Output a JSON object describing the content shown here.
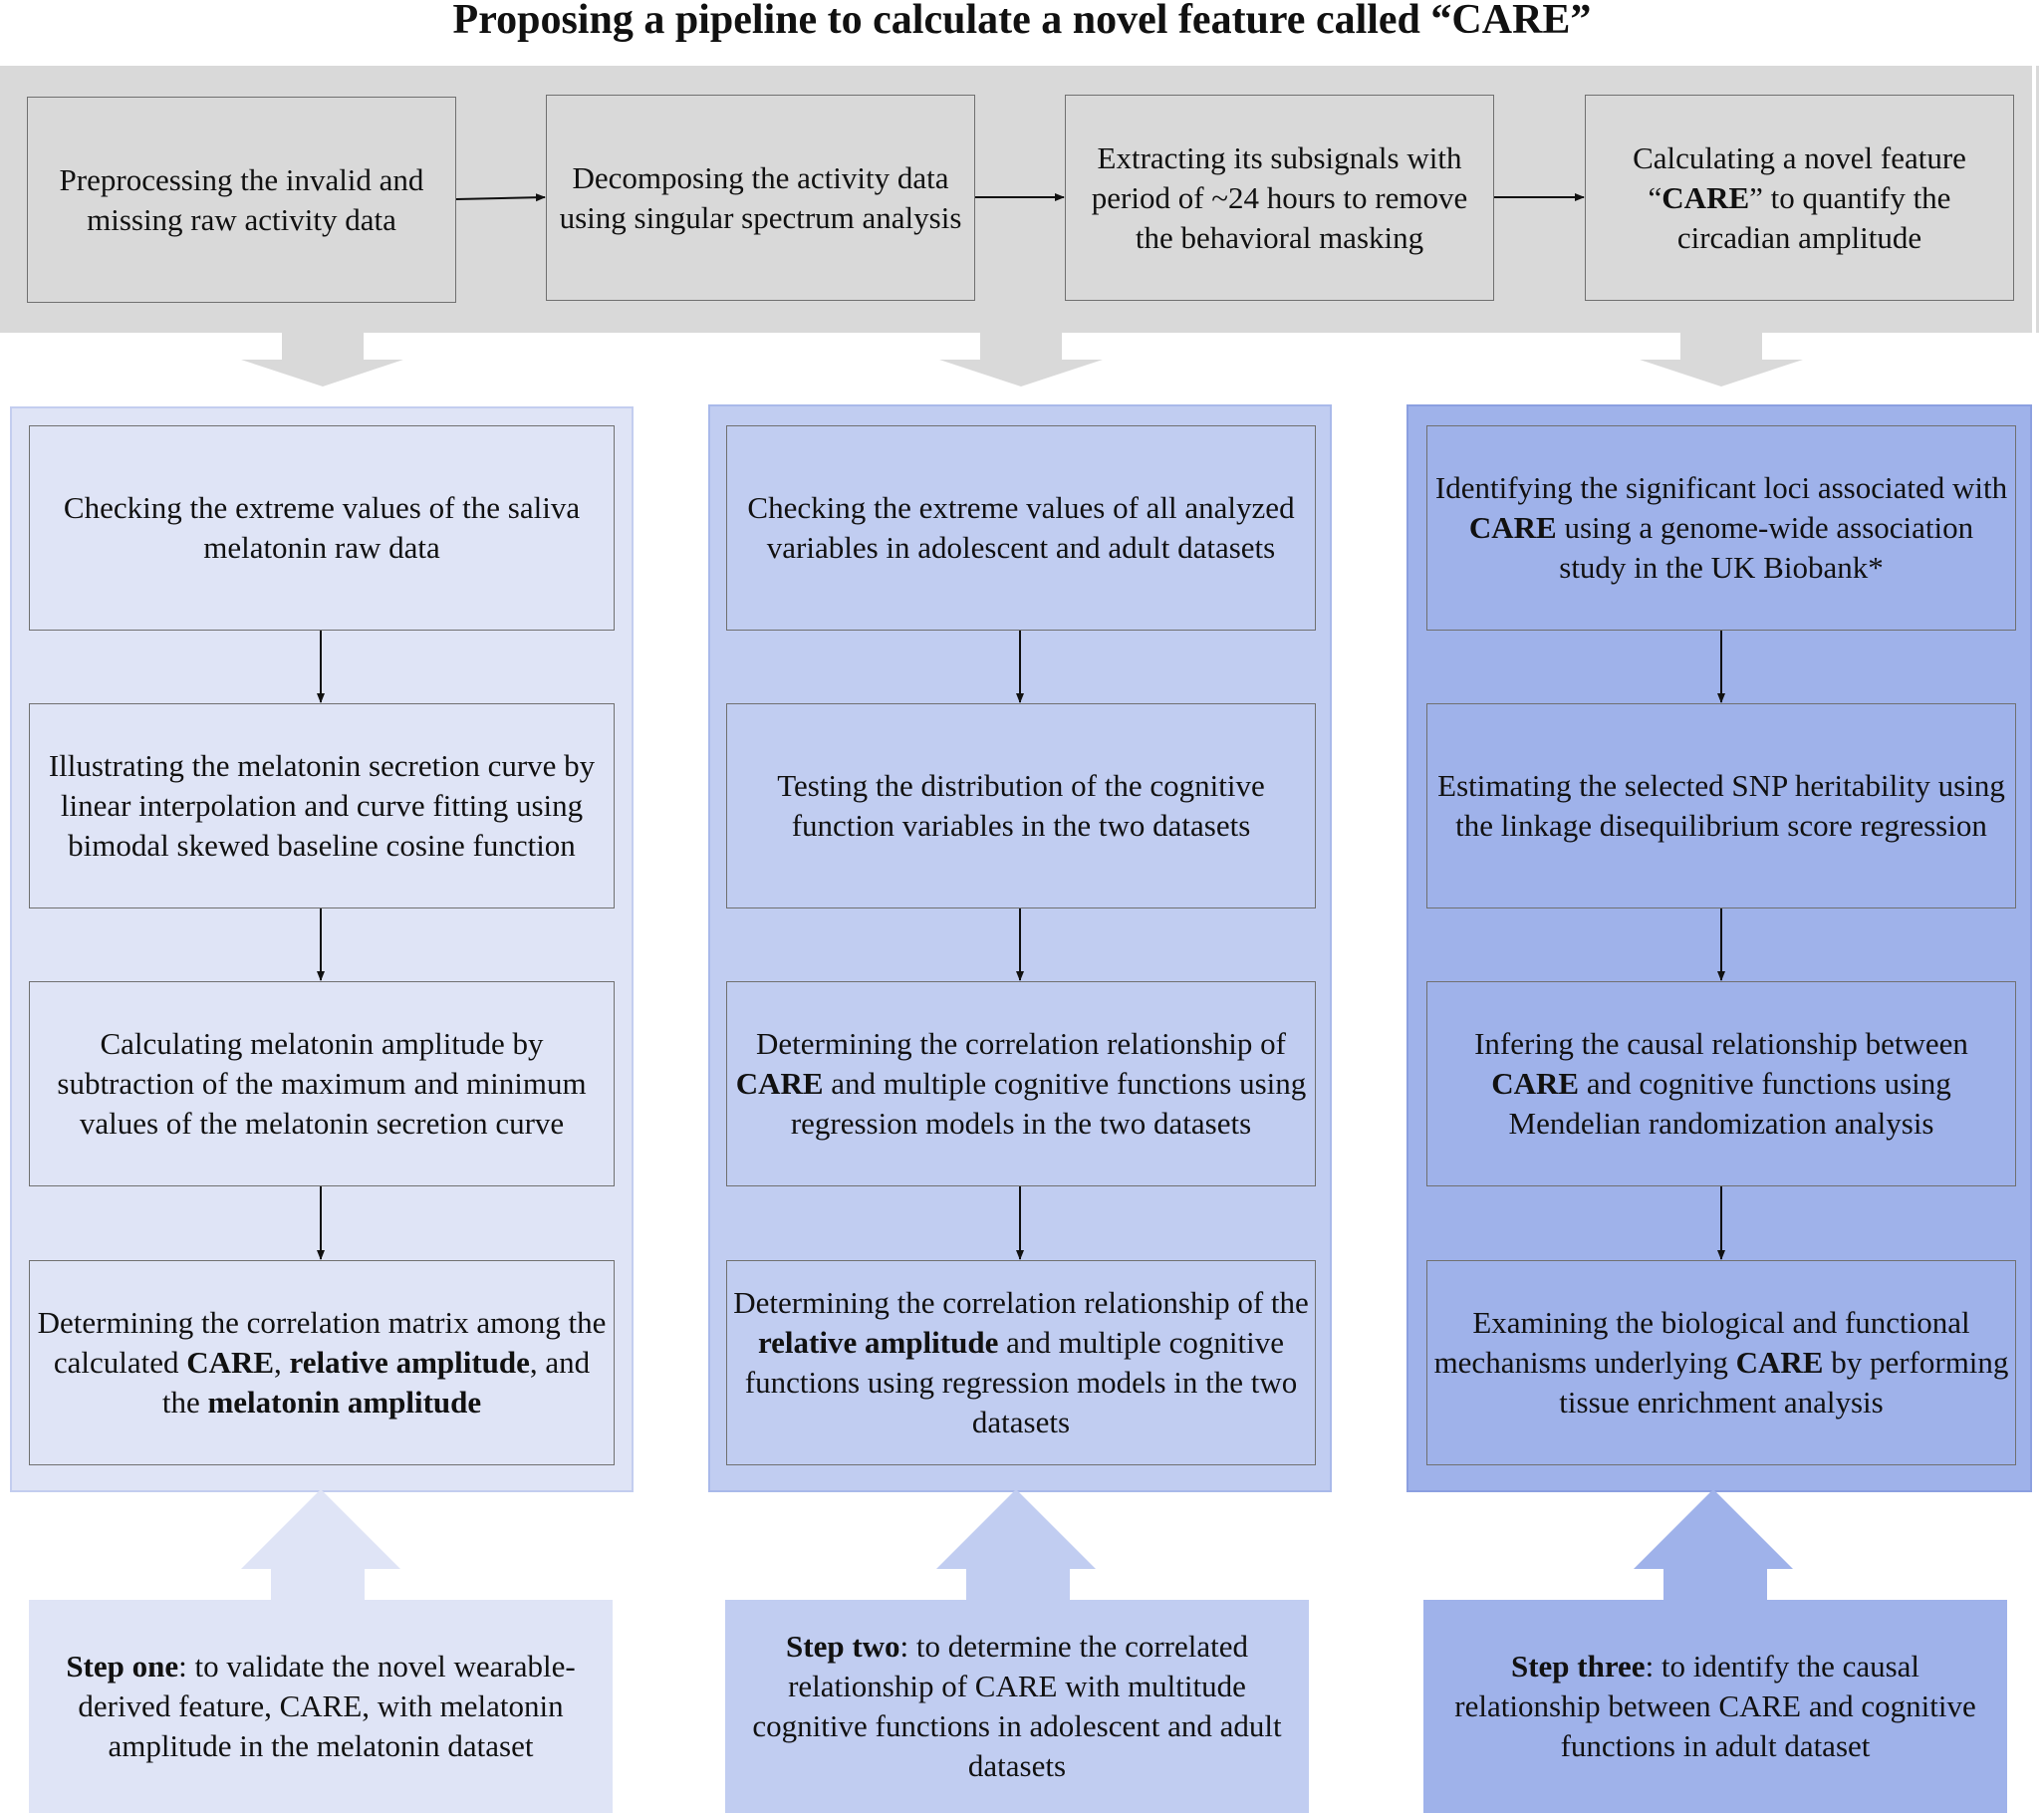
{
  "title": "Proposing a pipeline to calculate a novel feature called “CARE”",
  "pipeline": [
    {
      "parts": [
        {
          "t": "Preprocessing the invalid and missing raw activity data"
        }
      ]
    },
    {
      "parts": [
        {
          "t": "Decomposing the activity data using singular spectrum analysis"
        }
      ]
    },
    {
      "parts": [
        {
          "t": "Extracting its subsignals with period of ~24 hours to remove the behavioral masking"
        }
      ]
    },
    {
      "parts": [
        {
          "t": "Calculating  a novel feature “"
        },
        {
          "t": "CARE",
          "b": true
        },
        {
          "t": "” to quantify the circadian amplitude"
        }
      ]
    }
  ],
  "columns": [
    {
      "color": "#dfe4f6",
      "boxes": [
        {
          "parts": [
            {
              "t": "Checking the extreme values of the saliva melatonin raw data"
            }
          ]
        },
        {
          "parts": [
            {
              "t": "Illustrating the melatonin secretion curve by linear interpolation and curve fitting using bimodal skewed baseline cosine function"
            }
          ]
        },
        {
          "parts": [
            {
              "t": "Calculating melatonin amplitude by subtraction of the maximum and minimum values of the melatonin secretion curve"
            }
          ]
        },
        {
          "parts": [
            {
              "t": "Determining the correlation matrix among the calculated "
            },
            {
              "t": "CARE",
              "b": true
            },
            {
              "t": ", "
            },
            {
              "t": "relative amplitude",
              "b": true
            },
            {
              "t": ", and the "
            },
            {
              "t": "melatonin amplitude",
              "b": true
            }
          ]
        }
      ],
      "step": {
        "parts": [
          {
            "t": "Step one",
            "b": true
          },
          {
            "t": ": to validate the novel wearable-derived feature, CARE, with melatonin amplitude in the melatonin dataset"
          }
        ]
      }
    },
    {
      "color": "#c1cdf1",
      "boxes": [
        {
          "parts": [
            {
              "t": "Checking the extreme values of all analyzed variables in adolescent and adult datasets"
            }
          ]
        },
        {
          "parts": [
            {
              "t": "Testing the distribution of the cognitive function variables in the two datasets"
            }
          ]
        },
        {
          "parts": [
            {
              "t": "Determining the correlation relationship of "
            },
            {
              "t": "CARE",
              "b": true
            },
            {
              "t": " and multiple cognitive functions using regression models in the two datasets"
            }
          ]
        },
        {
          "parts": [
            {
              "t": "Determining the correlation relationship of the "
            },
            {
              "t": "relative amplitude",
              "b": true
            },
            {
              "t": " and multiple cognitive functions using regression models in the two datasets"
            }
          ]
        }
      ],
      "step": {
        "parts": [
          {
            "t": "Step two",
            "b": true
          },
          {
            "t": ": to determine the correlated relationship of  CARE with multitude cognitive functions in adolescent and adult datasets"
          }
        ]
      }
    },
    {
      "color": "#9fb2ea",
      "boxes": [
        {
          "parts": [
            {
              "t": "Identifying the significant loci associated with "
            },
            {
              "t": "CARE",
              "b": true
            },
            {
              "t": " using a genome-wide association study in the UK Biobank*"
            }
          ]
        },
        {
          "parts": [
            {
              "t": "Estimating the selected SNP heritability using the linkage disequilibrium score regression"
            }
          ]
        },
        {
          "parts": [
            {
              "t": "Infering the causal relationship between "
            },
            {
              "t": "CARE",
              "b": true
            },
            {
              "t": " and cognitive functions using Mendelian randomization analysis"
            }
          ]
        },
        {
          "parts": [
            {
              "t": "Examining the biological and functional mechanisms underlying "
            },
            {
              "t": "CARE",
              "b": true
            },
            {
              "t": " by performing tissue enrichment analysis"
            }
          ]
        }
      ],
      "step": {
        "parts": [
          {
            "t": "Step three",
            "b": true
          },
          {
            "t": ": to identify the causal relationship between CARE and cognitive functions in adult dataset"
          }
        ]
      }
    }
  ]
}
